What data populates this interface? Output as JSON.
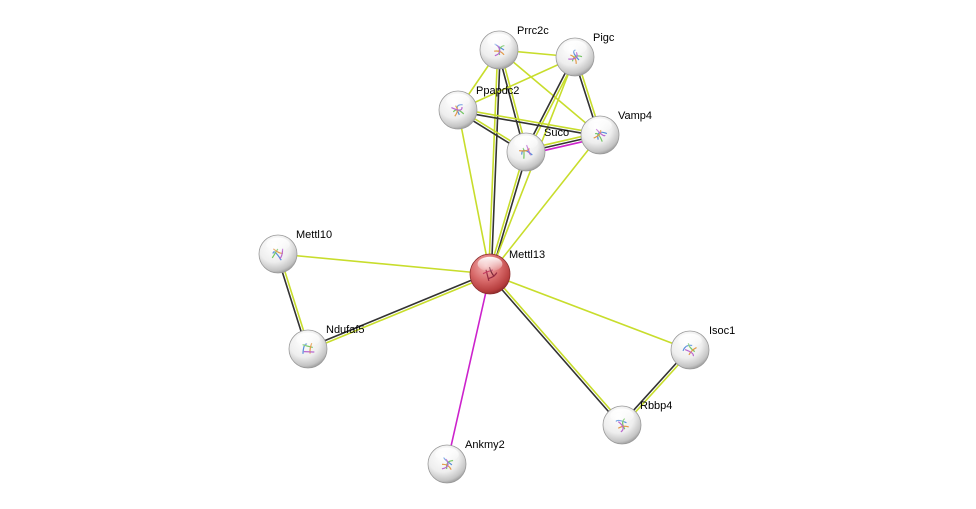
{
  "network": {
    "query_node": "Mettl13",
    "nodes": [
      {
        "id": "Prrc2c",
        "label": "Prrc2c",
        "query": false
      },
      {
        "id": "Pigc",
        "label": "Pigc",
        "query": false
      },
      {
        "id": "Ppapdc2",
        "label": "Ppapdc2",
        "query": false
      },
      {
        "id": "Vamp4",
        "label": "Vamp4",
        "query": false
      },
      {
        "id": "Suco",
        "label": "Suco",
        "query": false
      },
      {
        "id": "Mettl10",
        "label": "Mettl10",
        "query": false
      },
      {
        "id": "Mettl13",
        "label": "Mettl13",
        "query": true
      },
      {
        "id": "Ndufaf5",
        "label": "Ndufaf5",
        "query": false
      },
      {
        "id": "Isoc1",
        "label": "Isoc1",
        "query": false
      },
      {
        "id": "Rbbp4",
        "label": "Rbbp4",
        "query": false
      },
      {
        "id": "Ankmy2",
        "label": "Ankmy2",
        "query": false
      }
    ],
    "edge_colors": {
      "textmining": "#c8dd2c",
      "coexpression": "#333333",
      "experiments": "#cc22cc"
    },
    "edges": [
      {
        "source": "Mettl13",
        "target": "Prrc2c",
        "evidence": [
          "textmining",
          "coexpression"
        ]
      },
      {
        "source": "Mettl13",
        "target": "Ppapdc2",
        "evidence": [
          "textmining"
        ]
      },
      {
        "source": "Mettl13",
        "target": "Suco",
        "evidence": [
          "textmining",
          "coexpression"
        ]
      },
      {
        "source": "Mettl13",
        "target": "Pigc",
        "evidence": [
          "textmining"
        ]
      },
      {
        "source": "Mettl13",
        "target": "Vamp4",
        "evidence": [
          "textmining"
        ]
      },
      {
        "source": "Mettl13",
        "target": "Mettl10",
        "evidence": [
          "textmining"
        ]
      },
      {
        "source": "Mettl13",
        "target": "Ndufaf5",
        "evidence": [
          "textmining",
          "coexpression"
        ]
      },
      {
        "source": "Mettl13",
        "target": "Isoc1",
        "evidence": [
          "textmining"
        ]
      },
      {
        "source": "Mettl13",
        "target": "Rbbp4",
        "evidence": [
          "textmining",
          "coexpression"
        ]
      },
      {
        "source": "Mettl13",
        "target": "Ankmy2",
        "evidence": [
          "experiments"
        ]
      },
      {
        "source": "Prrc2c",
        "target": "Pigc",
        "evidence": [
          "textmining"
        ]
      },
      {
        "source": "Prrc2c",
        "target": "Ppapdc2",
        "evidence": [
          "textmining"
        ]
      },
      {
        "source": "Prrc2c",
        "target": "Suco",
        "evidence": [
          "textmining",
          "coexpression"
        ]
      },
      {
        "source": "Prrc2c",
        "target": "Vamp4",
        "evidence": [
          "textmining"
        ]
      },
      {
        "source": "Pigc",
        "target": "Ppapdc2",
        "evidence": [
          "textmining"
        ]
      },
      {
        "source": "Pigc",
        "target": "Suco",
        "evidence": [
          "textmining",
          "coexpression"
        ]
      },
      {
        "source": "Pigc",
        "target": "Vamp4",
        "evidence": [
          "textmining",
          "coexpression"
        ]
      },
      {
        "source": "Ppapdc2",
        "target": "Suco",
        "evidence": [
          "textmining",
          "coexpression"
        ]
      },
      {
        "source": "Ppapdc2",
        "target": "Vamp4",
        "evidence": [
          "textmining",
          "coexpression"
        ]
      },
      {
        "source": "Suco",
        "target": "Vamp4",
        "evidence": [
          "textmining",
          "coexpression",
          "experiments"
        ]
      },
      {
        "source": "Mettl10",
        "target": "Ndufaf5",
        "evidence": [
          "textmining",
          "coexpression"
        ]
      },
      {
        "source": "Isoc1",
        "target": "Rbbp4",
        "evidence": [
          "textmining",
          "coexpression"
        ]
      }
    ]
  }
}
